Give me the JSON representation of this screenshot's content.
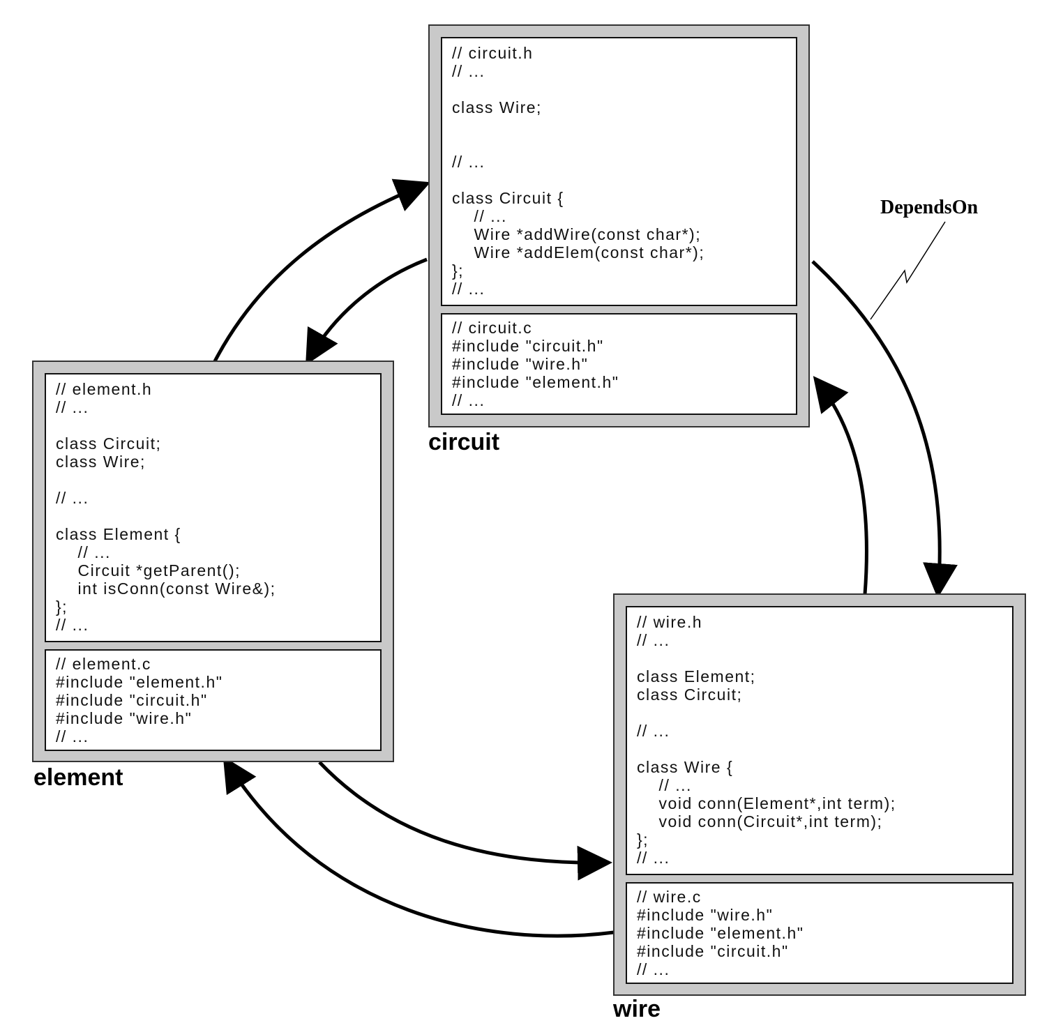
{
  "relation_label": "DependsOn",
  "modules": {
    "circuit": {
      "label": "circuit",
      "header": "// circuit.h\n// ...\n\nclass Wire;\n\n\n// ...\n\nclass Circuit {\n    // ...\n    Wire *addWire(const char*);\n    Wire *addElem(const char*);\n};\n// ...",
      "source": "// circuit.c\n#include \"circuit.h\"\n#include \"wire.h\"\n#include \"element.h\"\n// ..."
    },
    "element": {
      "label": "element",
      "header": "// element.h\n// ...\n\nclass Circuit;\nclass Wire;\n\n// ...\n\nclass Element {\n    // ...\n    Circuit *getParent();\n    int isConn(const Wire&);\n};\n// ...",
      "source": "// element.c\n#include \"element.h\"\n#include \"circuit.h\"\n#include \"wire.h\"\n// ..."
    },
    "wire": {
      "label": "wire",
      "header": "// wire.h\n// ...\n\nclass Element;\nclass Circuit;\n\n// ...\n\nclass Wire {\n    // ...\n    void conn(Element*,int term);\n    void conn(Circuit*,int term);\n};\n// ...",
      "source": "// wire.c\n#include \"wire.h\"\n#include \"element.h\"\n#include \"circuit.h\"\n// ..."
    }
  }
}
